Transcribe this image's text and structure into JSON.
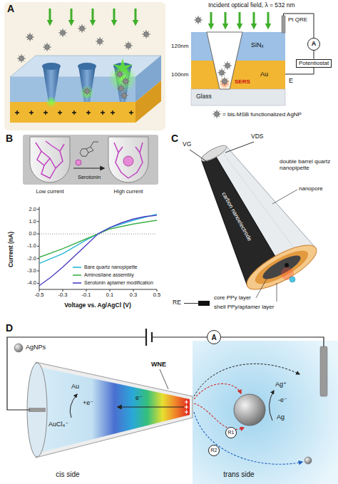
{
  "diagram": {
    "nodes": [
      {
        "text": [
          "A"
        ]
      },
      {
        "text": [
          "Potentiostat"
        ]
      },
      {
        "text": [
          "A"
        ]
      },
      {
        "text": [
          "R1"
        ]
      },
      {
        "text": [
          "R2"
        ]
      }
    ],
    "edges": [
      {
        "from": 0,
        "to": 1,
        "arrow": "none"
      }
    ],
    "labels": [
      "A",
      "Incident optical field, λ = 532 nm",
      "Pt QRE",
      "120nm",
      "SiNₓ",
      "100nm",
      "Au",
      "SERS",
      "E",
      "Glass",
      "= bis-MSB functionalized AgNP",
      "B",
      "Serotonin",
      "Low current",
      "High current",
      "Current (nA)",
      "2.0",
      "1.0",
      "0.0",
      "-1.0",
      "-2.0",
      "-3.0",
      "-4.0",
      "-0.5",
      "-0.3",
      "-0.1",
      "0.1",
      "0.3",
      "0.5",
      "Voltage vs. Ag/AgCl (V)",
      "C",
      "VG",
      "VDS",
      "double barrel quartz nanopipette",
      "nanopore",
      "carbon nanoelectrode",
      "core PPy layer",
      "shell PPy/aptamer layer",
      "RE",
      "D",
      "AgNPs",
      "WNE",
      "Au",
      "+e⁻",
      "AuCl₄⁻",
      "e⁻",
      "Ag⁺",
      "-e⁻",
      "Ag",
      "cis side",
      "trans side"
    ],
    "legend": [
      {
        "text": "Bare quartz nanopipette"
      },
      {
        "text": "Aminosilane assembly"
      },
      {
        "text": "Serotonin aptamer modification"
      }
    ]
  }
}
